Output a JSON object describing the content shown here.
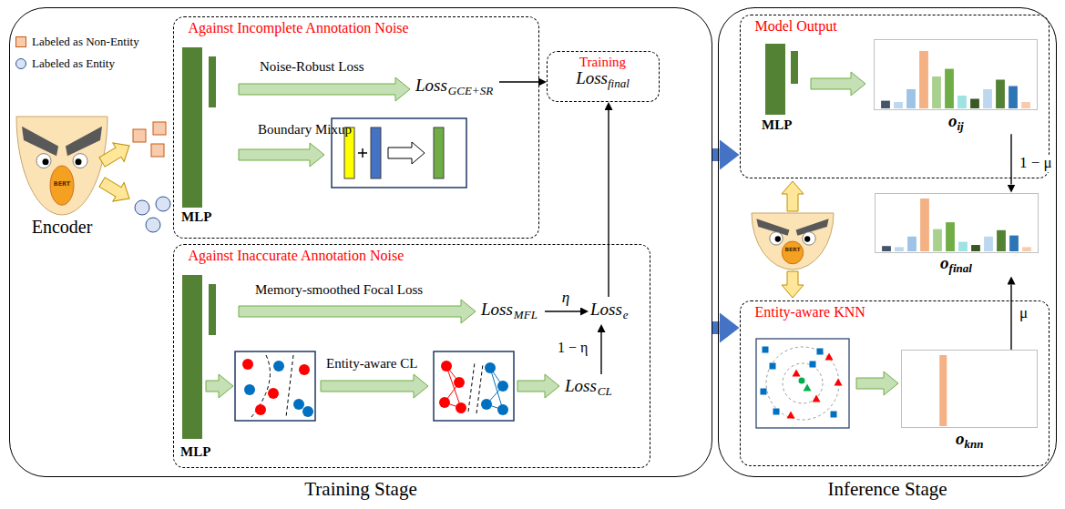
{
  "diagram": {
    "nodes": [
      {
        "text": [
          "Training Stage"
        ]
      },
      {
        "text": [
          "Against Incomplete Annotation Noise"
        ],
        "in": 0
      },
      {
        "text": [
          "Training",
          "Loss",
          "final"
        ],
        "in": 0
      },
      {
        "text": [
          "Against Inaccurate Annotation Noise"
        ],
        "in": 0
      },
      {
        "text": [
          "Inference Stage"
        ]
      },
      {
        "text": [
          "Model Output"
        ],
        "in": 4
      },
      {
        "text": [
          "o",
          "ij"
        ],
        "in": 5
      },
      {
        "text": [
          "o",
          "final"
        ],
        "in": 4
      },
      {
        "text": [
          "Entity-aware KNN"
        ],
        "in": 4
      },
      {
        "text": [
          "o",
          "knn"
        ],
        "in": 8
      }
    ],
    "edges": [
      {
        "from": 0,
        "to": 5,
        "arrow": "to"
      },
      {
        "from": 0,
        "to": 8,
        "arrow": "to"
      },
      {
        "from": 6,
        "to": 7,
        "label": "1 − μ",
        "arrow": "to"
      },
      {
        "from": 9,
        "to": 7,
        "label": "μ",
        "arrow": "to"
      }
    ],
    "labels": [
      "Encoder",
      "BERT",
      "MLP",
      "Noise-Robust Loss",
      "Loss",
      "GCE+SR",
      "Boundary Mixup",
      "MLP",
      "Memory-smoothed Focal Loss",
      "Loss",
      "MFL",
      "η",
      "Loss",
      "e",
      "Entity-aware CL",
      "Loss",
      "CL",
      "1 − η",
      "MLP",
      "BERT"
    ],
    "legend": [
      {
        "text": "Labeled as Non-Entity",
        "color": "#f8cbad"
      },
      {
        "text": "Labeled as Entity",
        "color": "#dae3f3"
      }
    ]
  }
}
